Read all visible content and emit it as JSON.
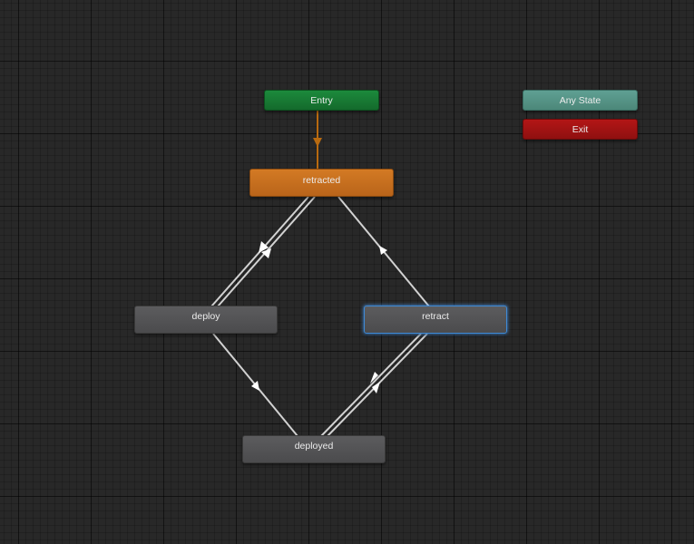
{
  "window": {
    "title": ""
  },
  "graph": {
    "nodes": {
      "entry": "Entry",
      "any_state": "Any State",
      "exit": "Exit",
      "retracted": "retracted",
      "deploy": "deploy",
      "retract": "retract",
      "deployed": "deployed"
    },
    "colors": {
      "background": "#282828",
      "entry": "#178032",
      "any_state": "#58998b",
      "exit": "#a31212",
      "default_state": "#c96f1f",
      "state": "#545456",
      "selected_outline": "#3f8ad6",
      "transition": "#d2d2d2",
      "entry_transition": "#b86a10"
    },
    "selected_node": "retract"
  }
}
